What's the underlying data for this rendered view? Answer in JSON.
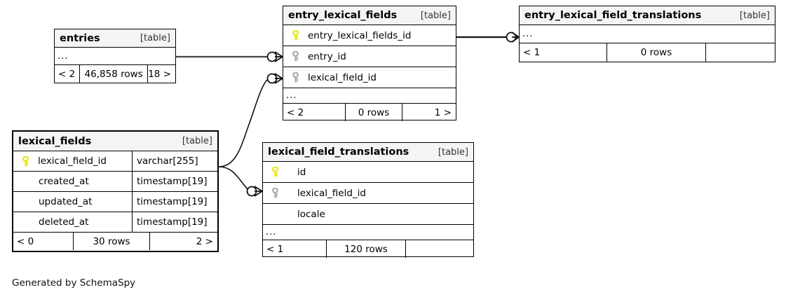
{
  "diagram": {
    "kind_label": "[table]",
    "ellipsis": "...",
    "footer_note": "Generated by SchemaSpy",
    "colors": {
      "primary_key": "#e9e700",
      "foreign_key": "#aaaaaa",
      "header_background": "#f4f4f4",
      "border": "#000000",
      "edge": "#333333",
      "background": "#ffffff"
    }
  },
  "tables": [
    {
      "id": "entries",
      "name": "entries",
      "kind": "[table]",
      "columns": [],
      "has_ellipsis": true,
      "footer": {
        "left": "< 2",
        "center": "46,858 rows",
        "right": "18 >"
      }
    },
    {
      "id": "entry_lexical_fields",
      "name": "entry_lexical_fields",
      "kind": "[table]",
      "columns": [
        {
          "key": "primary",
          "name": "entry_lexical_fields_id",
          "type": ""
        },
        {
          "key": "foreign",
          "name": "entry_id",
          "type": ""
        },
        {
          "key": "foreign",
          "name": "lexical_field_id",
          "type": ""
        }
      ],
      "has_ellipsis": true,
      "footer": {
        "left": "< 2",
        "center": "0 rows",
        "right": "1 >"
      }
    },
    {
      "id": "entry_lexical_field_translations",
      "name": "entry_lexical_field_translations",
      "kind": "[table]",
      "columns": [],
      "has_ellipsis": true,
      "footer": {
        "left": "< 1",
        "center": "0 rows",
        "right": ""
      }
    },
    {
      "id": "lexical_fields",
      "name": "lexical_fields",
      "kind": "[table]",
      "columns": [
        {
          "key": "primary",
          "name": "lexical_field_id",
          "type": "varchar[255]"
        },
        {
          "key": "none",
          "name": "created_at",
          "type": "timestamp[19]"
        },
        {
          "key": "none",
          "name": "updated_at",
          "type": "timestamp[19]"
        },
        {
          "key": "none",
          "name": "deleted_at",
          "type": "timestamp[19]"
        }
      ],
      "has_ellipsis": false,
      "footer": {
        "left": "< 0",
        "center": "30 rows",
        "right": "2 >"
      }
    },
    {
      "id": "lexical_field_translations",
      "name": "lexical_field_translations",
      "kind": "[table]",
      "columns": [
        {
          "key": "primary",
          "name": "id",
          "type": ""
        },
        {
          "key": "foreign",
          "name": "lexical_field_id",
          "type": ""
        },
        {
          "key": "none",
          "name": "locale",
          "type": ""
        }
      ],
      "has_ellipsis": true,
      "footer": {
        "left": "< 1",
        "center": "120 rows",
        "right": ""
      }
    }
  ],
  "relationships": [
    {
      "from": "entries",
      "to": "entry_lexical_fields.entry_id"
    },
    {
      "from": "entry_lexical_fields.entry_lexical_fields_id",
      "to": "entry_lexical_field_translations"
    },
    {
      "from": "lexical_fields.lexical_field_id",
      "to": "entry_lexical_fields.lexical_field_id"
    },
    {
      "from": "lexical_fields.lexical_field_id",
      "to": "lexical_field_translations.lexical_field_id"
    }
  ]
}
